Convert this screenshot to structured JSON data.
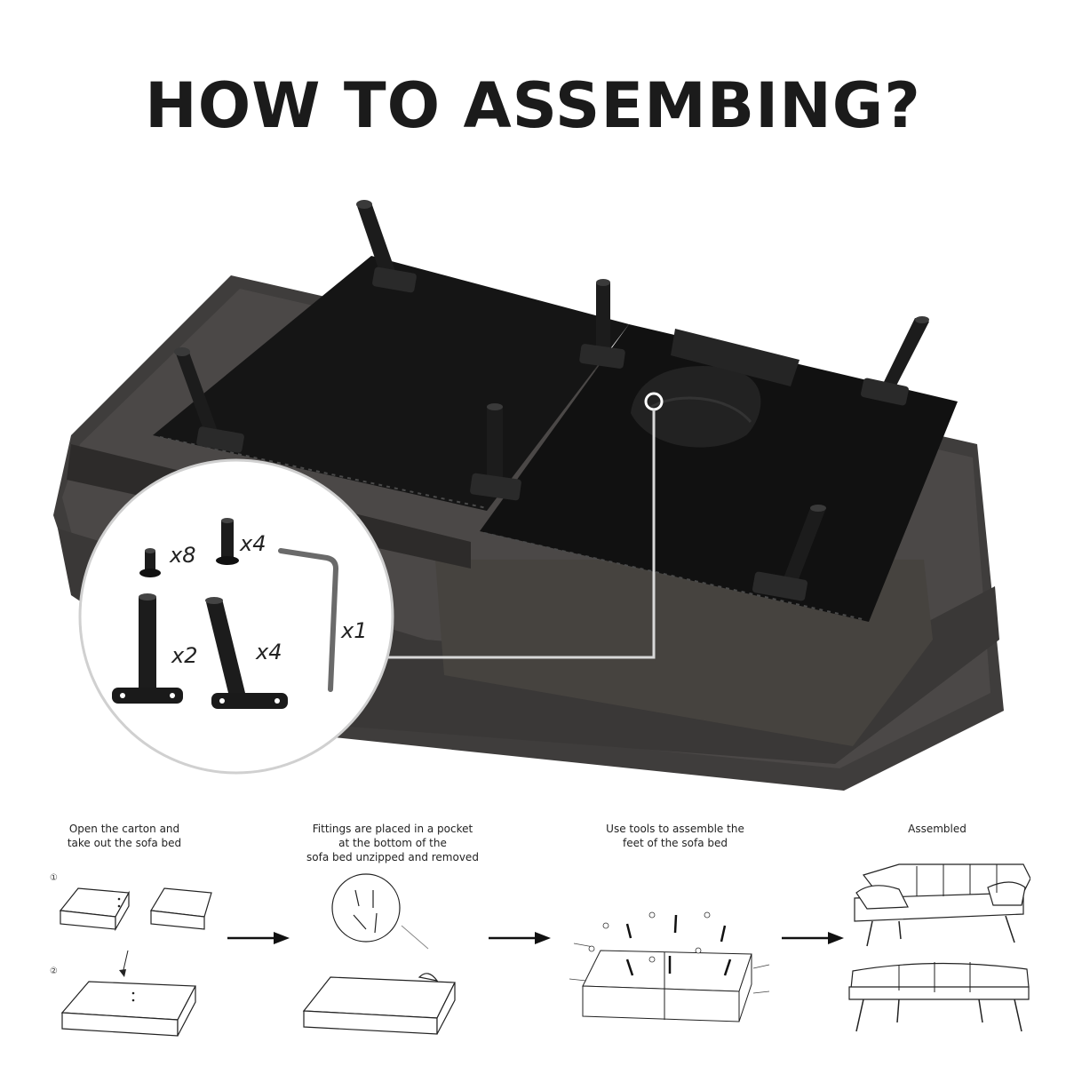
{
  "title": "HOW TO ASSEMBING?",
  "parts": {
    "short_foot": "x8",
    "medium_foot": "x4",
    "straight_leg": "x2",
    "angled_leg": "x4",
    "allen_key": "x1"
  },
  "steps": [
    {
      "lines": [
        "Open the carton and",
        "take out the sofa bed"
      ],
      "markers": [
        "①",
        "②"
      ]
    },
    {
      "lines": [
        "Fittings are placed in a pocket",
        "at the bottom of the",
        "sofa bed unzipped and removed"
      ]
    },
    {
      "lines": [
        "Use tools to assemble the",
        "feet of the sofa bed"
      ]
    },
    {
      "lines": [
        "Assembled"
      ]
    }
  ],
  "colors": {
    "board": "#141414",
    "cushion": "#4a4746",
    "cushion_dark": "#3a3837",
    "metal": "#1c1c1c"
  }
}
